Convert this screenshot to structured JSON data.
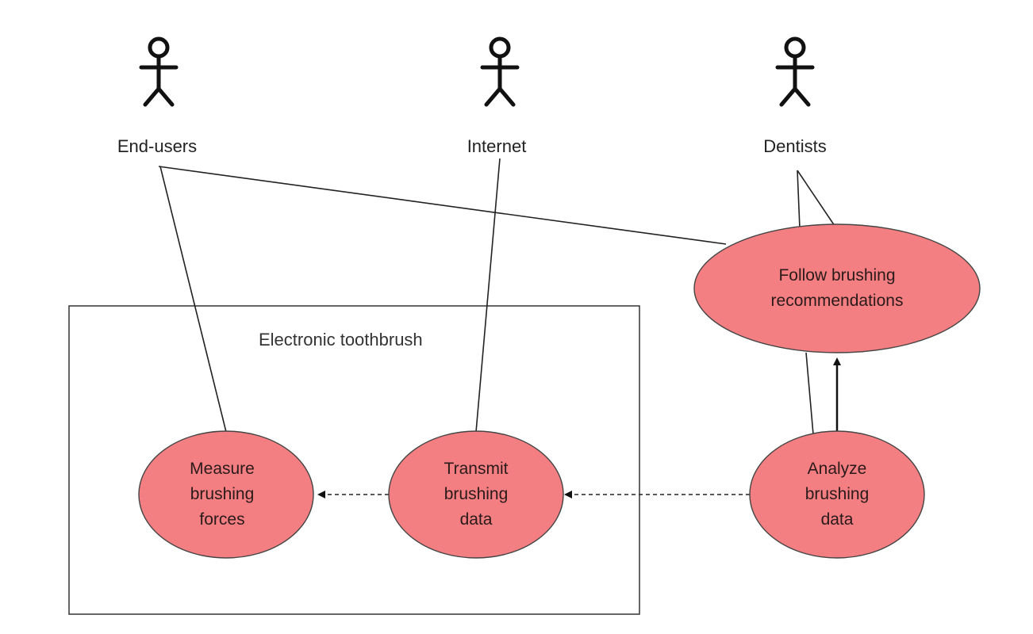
{
  "diagram": {
    "actors": [
      {
        "id": "end-users",
        "label": "End-users"
      },
      {
        "id": "internet",
        "label": "Internet"
      },
      {
        "id": "dentists",
        "label": "Dentists"
      }
    ],
    "system_boundary": {
      "label": "Electronic toothbrush"
    },
    "use_cases": [
      {
        "id": "follow",
        "lines": [
          "Follow brushing",
          "recommendations"
        ]
      },
      {
        "id": "measure",
        "lines": [
          "Measure",
          "brushing",
          "forces"
        ]
      },
      {
        "id": "transmit",
        "lines": [
          "Transmit",
          "brushing",
          "data"
        ]
      },
      {
        "id": "analyze",
        "lines": [
          "Analyze",
          "brushing",
          "data"
        ]
      }
    ],
    "colors": {
      "use_case_fill": "#f47f82",
      "use_case_stroke": "#333333",
      "line": "#222222"
    }
  }
}
